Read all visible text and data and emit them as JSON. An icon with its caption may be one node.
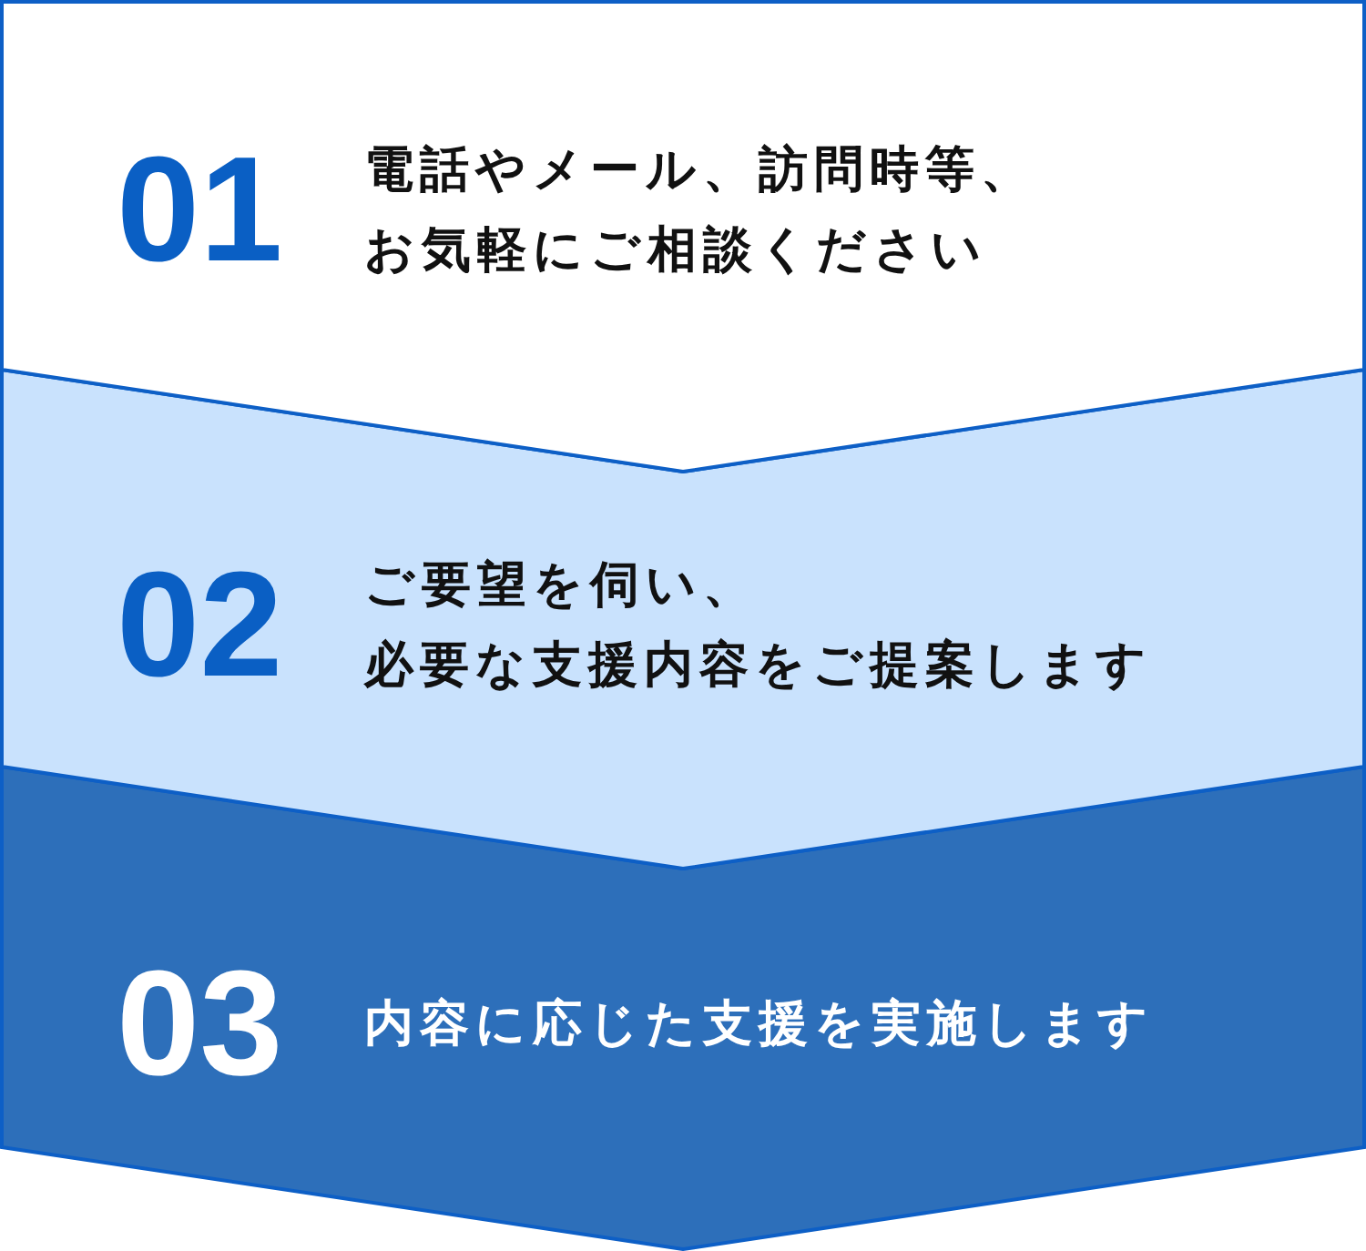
{
  "diagram": {
    "nodes": [
      {
        "text": [
          "01",
          "電話やメール、訪問時等、お気軽にご相談ください"
        ]
      },
      {
        "text": [
          "02",
          "ご要望を伺い、必要な支援内容をご提案します"
        ]
      },
      {
        "text": [
          "03",
          "内容に応じた支援を実施します"
        ]
      }
    ]
  }
}
